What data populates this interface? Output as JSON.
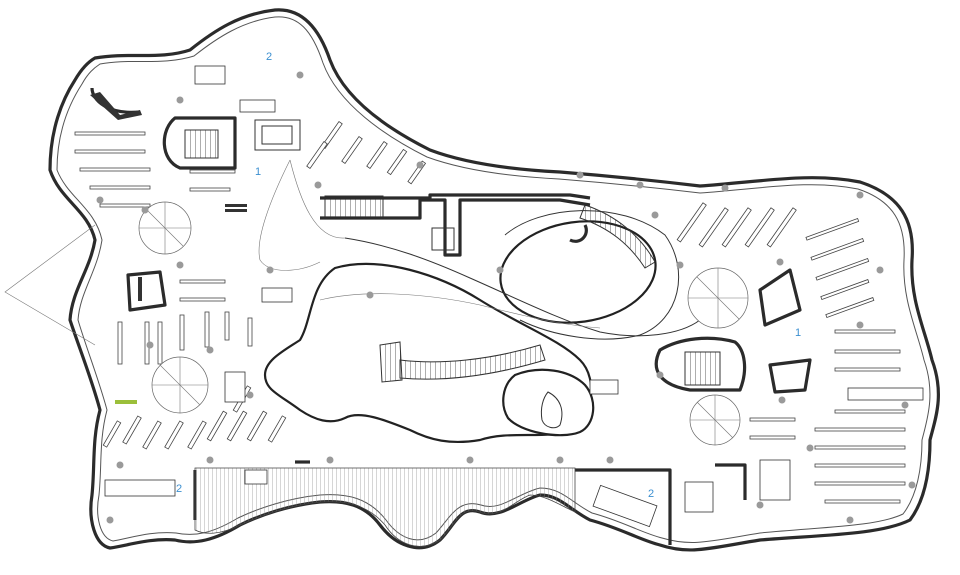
{
  "plan": {
    "zone_labels": [
      {
        "id": "zone-2-north",
        "text": "2"
      },
      {
        "id": "zone-1-west",
        "text": "1"
      },
      {
        "id": "zone-1-east",
        "text": "1"
      },
      {
        "id": "zone-2-southwest",
        "text": "2"
      },
      {
        "id": "zone-2-southeast",
        "text": "2"
      }
    ],
    "colors": {
      "walls": "#2b2b2b",
      "columns": "#9a9a9a",
      "labels": "#3b8fd0",
      "accent_bench": "#9bbf3a"
    }
  }
}
